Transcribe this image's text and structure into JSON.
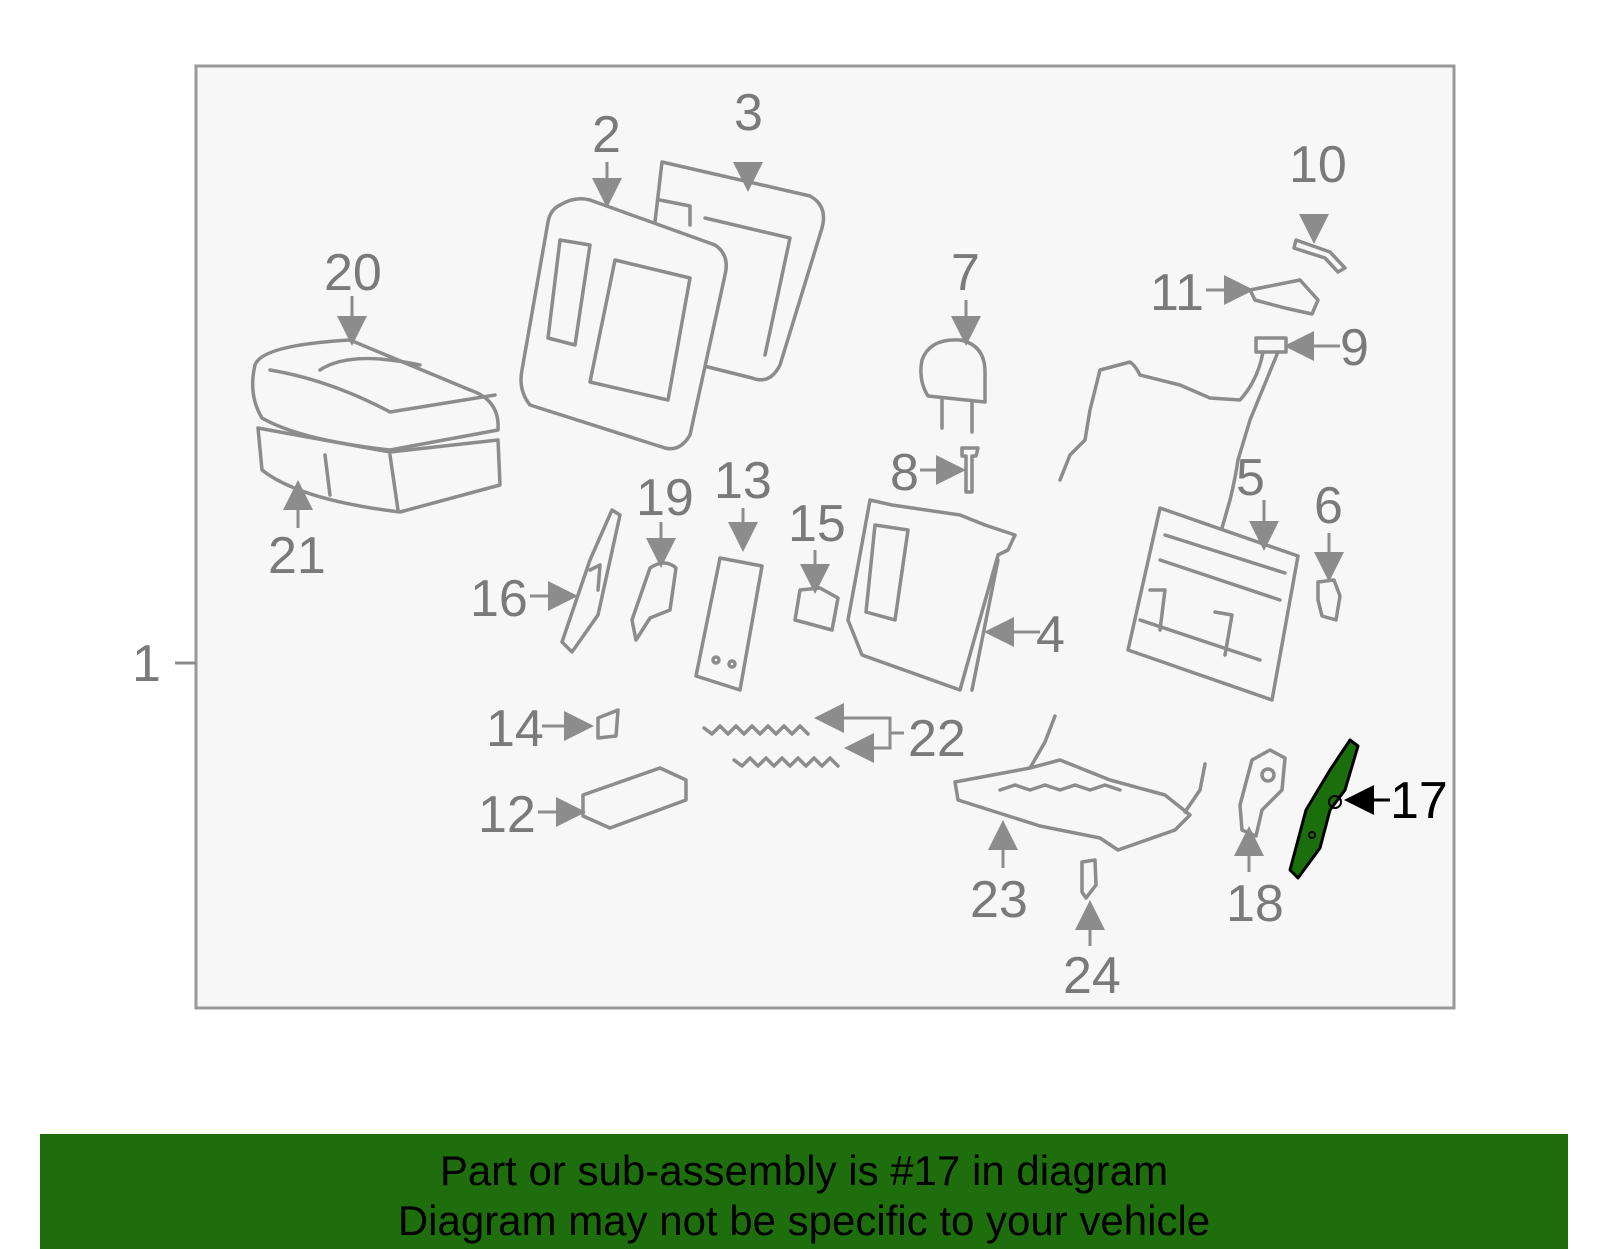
{
  "colors": {
    "frame_border": "#999999",
    "frame_fill": "#f7f7f7",
    "part_stroke": "#8c8c8c",
    "callout_text": "#7a7a7a",
    "highlight_fill": "#1a6e0c",
    "banner_bg": "#1e6e0e"
  },
  "callouts": {
    "c1": "1",
    "c2": "2",
    "c3": "3",
    "c4": "4",
    "c5": "5",
    "c6": "6",
    "c7": "7",
    "c8": "8",
    "c9": "9",
    "c10": "10",
    "c11": "11",
    "c12": "12",
    "c13": "13",
    "c14": "14",
    "c15": "15",
    "c16": "16",
    "c17": "17",
    "c18": "18",
    "c19": "19",
    "c20": "20",
    "c21": "21",
    "c22": "22",
    "c23": "23",
    "c24": "24"
  },
  "highlighted_part": "17",
  "banner": {
    "line1": "Part or sub-assembly is #17 in diagram",
    "line2": "Diagram may not be specific to your vehicle"
  }
}
